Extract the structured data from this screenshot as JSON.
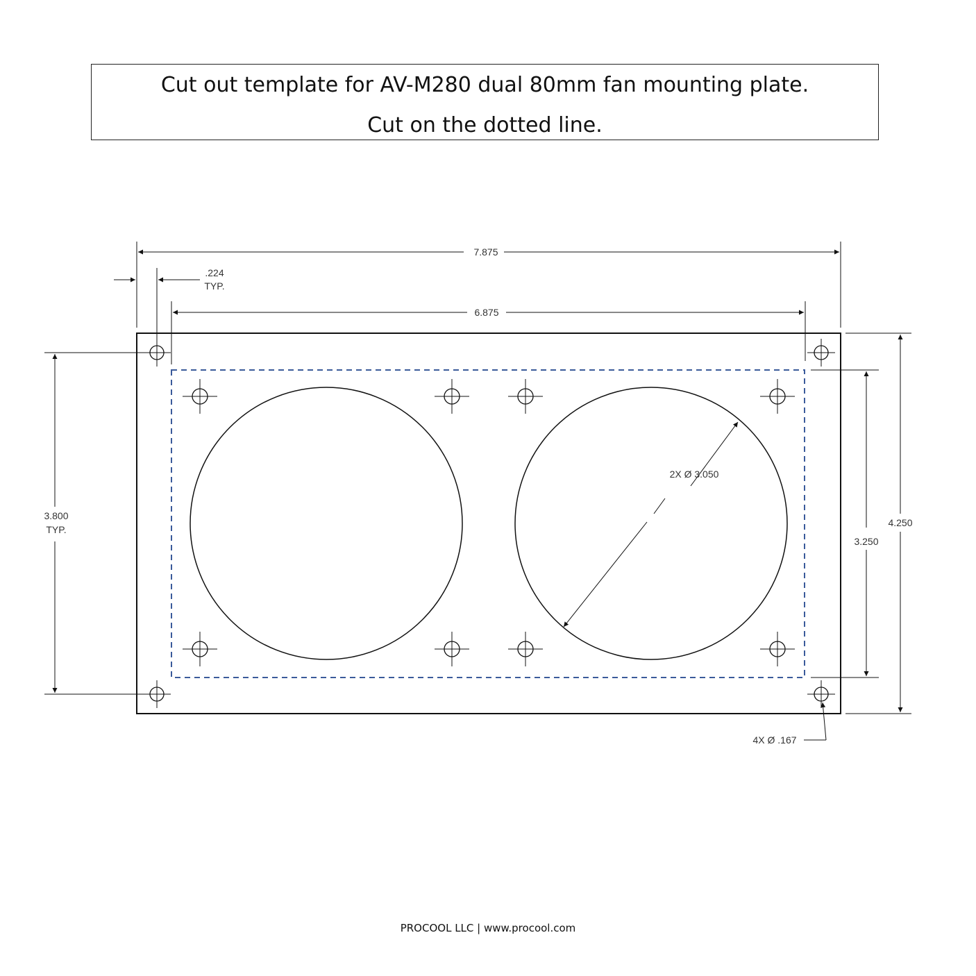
{
  "title": {
    "line1": "Cut out template for AV-M280 dual 80mm fan mounting plate.",
    "line2": "Cut on the dotted line."
  },
  "dimensions": {
    "overall_width": "7.875",
    "edge_offset": ".224",
    "edge_offset_note": "TYP.",
    "hole_spacing_width": "6.875",
    "hole_spacing_height": "3.800",
    "hole_spacing_height_note": "TYP.",
    "cutout_height": "3.250",
    "overall_height": "4.250",
    "fan_diameter": "2X Ø 3.050",
    "hole_diameter": "4X Ø .167"
  },
  "footer": "PROCOOL LLC | www.procool.com",
  "colors": {
    "line": "#111111",
    "cut_line": "#3a5a9a"
  }
}
